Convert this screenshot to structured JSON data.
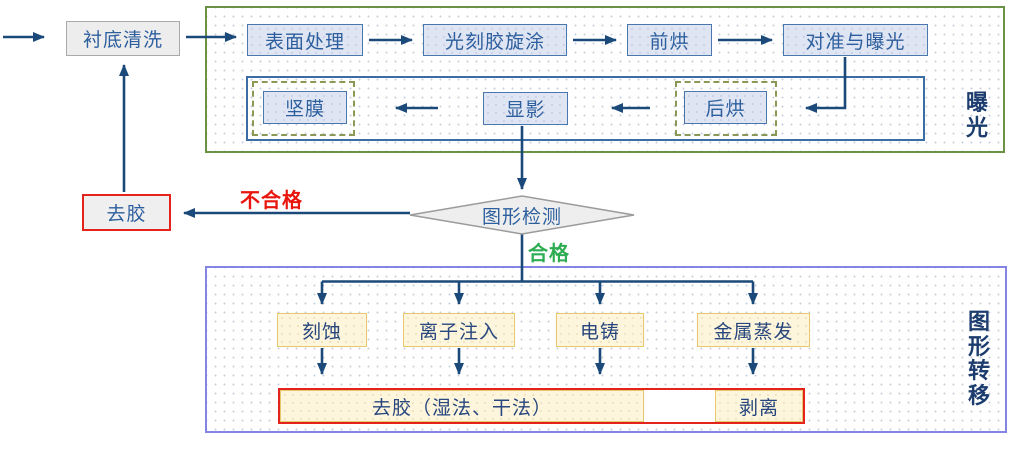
{
  "diagram_type": "flowchart",
  "colors": {
    "arrow_line": "#1b4a7a",
    "node_text_blue": "#2d5f9e",
    "blue_node_fill": "#dfe5f2",
    "blue_node_border": "#4a77ad",
    "exposure_group_border": "#6b9144",
    "transfer_group_border": "#8484e6",
    "subrow_border": "#3b6ca3",
    "dashed_border_olive": "#8a9a55",
    "gray_node_fill": "#ededed",
    "cream_node_fill": "#fdf5dc",
    "cream_node_border": "#e9c86d",
    "red_accent": "#e3231c",
    "fail_text_red": "#e8150d",
    "pass_text_green": "#2eac52",
    "diamond_fill": "#eeeeee",
    "diamond_border": "#9b9b9b"
  },
  "nodes": {
    "substrate_cleaning": "衬底清洗",
    "surface_treatment": "表面处理",
    "photoresist_spin_coating": "光刻胶旋涂",
    "pre_bake": "前烘",
    "alignment_exposure": "对准与曝光",
    "hard_bake": "坚膜",
    "development": "显影",
    "post_bake": "后烘",
    "pattern_inspection": "图形检测",
    "strip_resist": "去胶",
    "etching": "刻蚀",
    "ion_implantation": "离子注入",
    "electroforming": "电铸",
    "metal_evaporation": "金属蒸发",
    "strip_resist_wet_dry": "去胶（湿法、干法）",
    "lift_off": "剥离"
  },
  "edge_labels": {
    "fail": "不合格",
    "pass": "合格"
  },
  "groups": {
    "exposure": "曝光",
    "pattern_transfer": "图形转移"
  }
}
